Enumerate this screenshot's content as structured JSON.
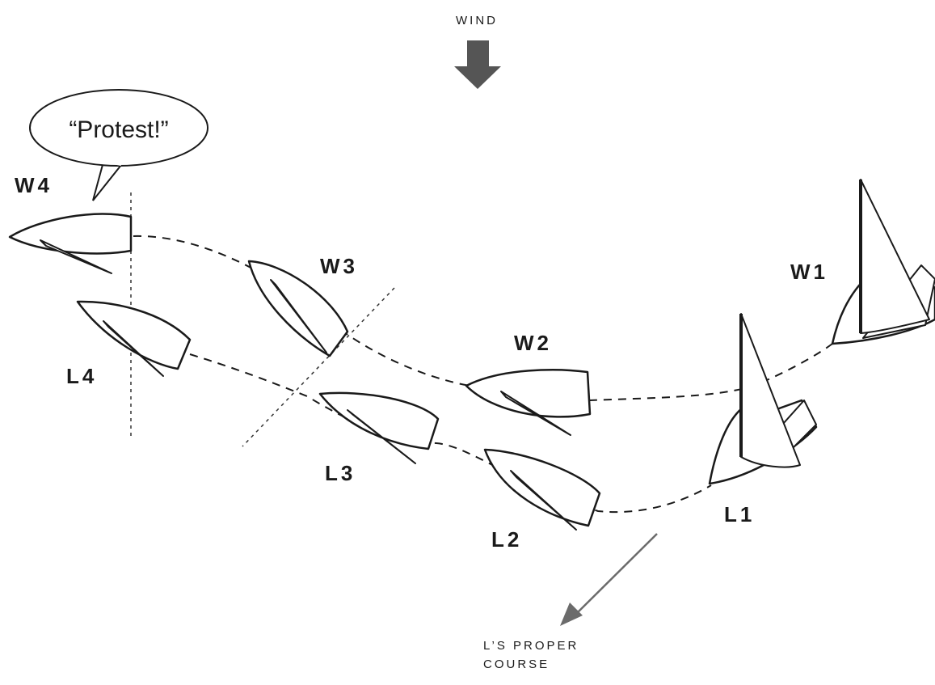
{
  "labels": {
    "wind": "WIND",
    "speech": "“Protest!”",
    "w4": "W4",
    "w3": "W3",
    "w2": "W2",
    "w1": "W1",
    "l4": "L4",
    "l3": "L3",
    "l2": "L2",
    "l1": "L1",
    "course_line1": "L’S PROPER",
    "course_line2": "COURSE"
  },
  "colors": {
    "ink": "#1a1a1a",
    "wind_arrow": "#555555",
    "course_arrow": "#6b6b6b",
    "background": "#ffffff"
  }
}
